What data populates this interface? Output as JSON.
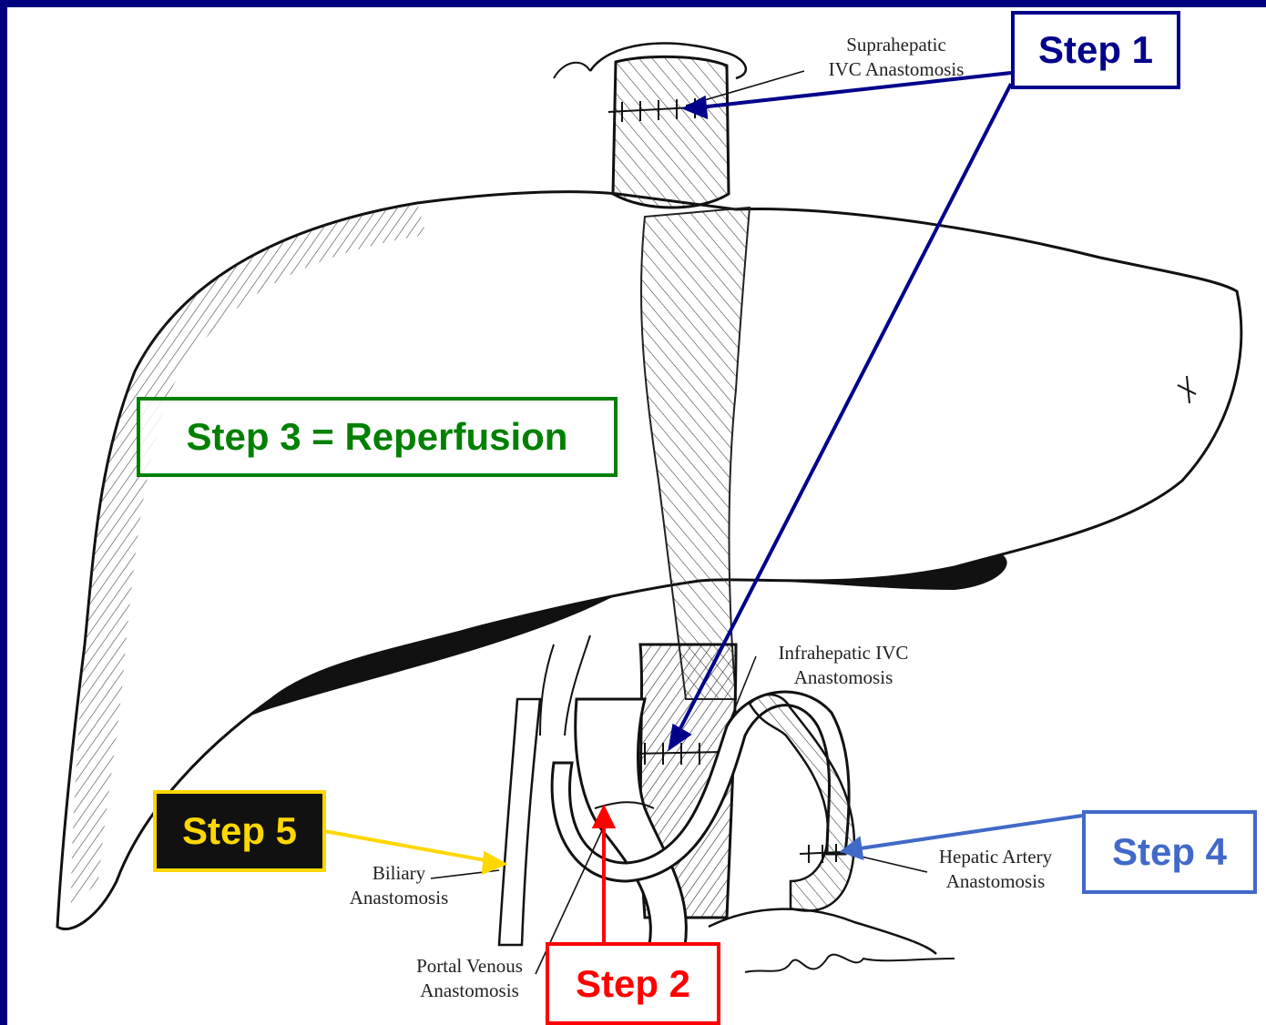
{
  "colors": {
    "background": "#000080",
    "step1": "#00008b",
    "step2": "#ff0000",
    "step3": "#008000",
    "step4": "#4169c8",
    "step5": "#ffd700"
  },
  "steps": {
    "step1": "Step 1",
    "step2": "Step 2",
    "step3": "Step 3 = Reperfusion",
    "step4": "Step 4",
    "step5": "Step 5"
  },
  "labels": {
    "suprahepatic_1": "Suprahepatic",
    "suprahepatic_2": "IVC Anastomosis",
    "infrahepatic_1": "Infrahepatic IVC",
    "infrahepatic_2": "Anastomosis",
    "hepatic_artery_1": "Hepatic Artery",
    "hepatic_artery_2": "Anastomosis",
    "biliary_1": "Biliary",
    "biliary_2": "Anastomosis",
    "portal_1": "Portal Venous",
    "portal_2": "Anastomosis"
  }
}
